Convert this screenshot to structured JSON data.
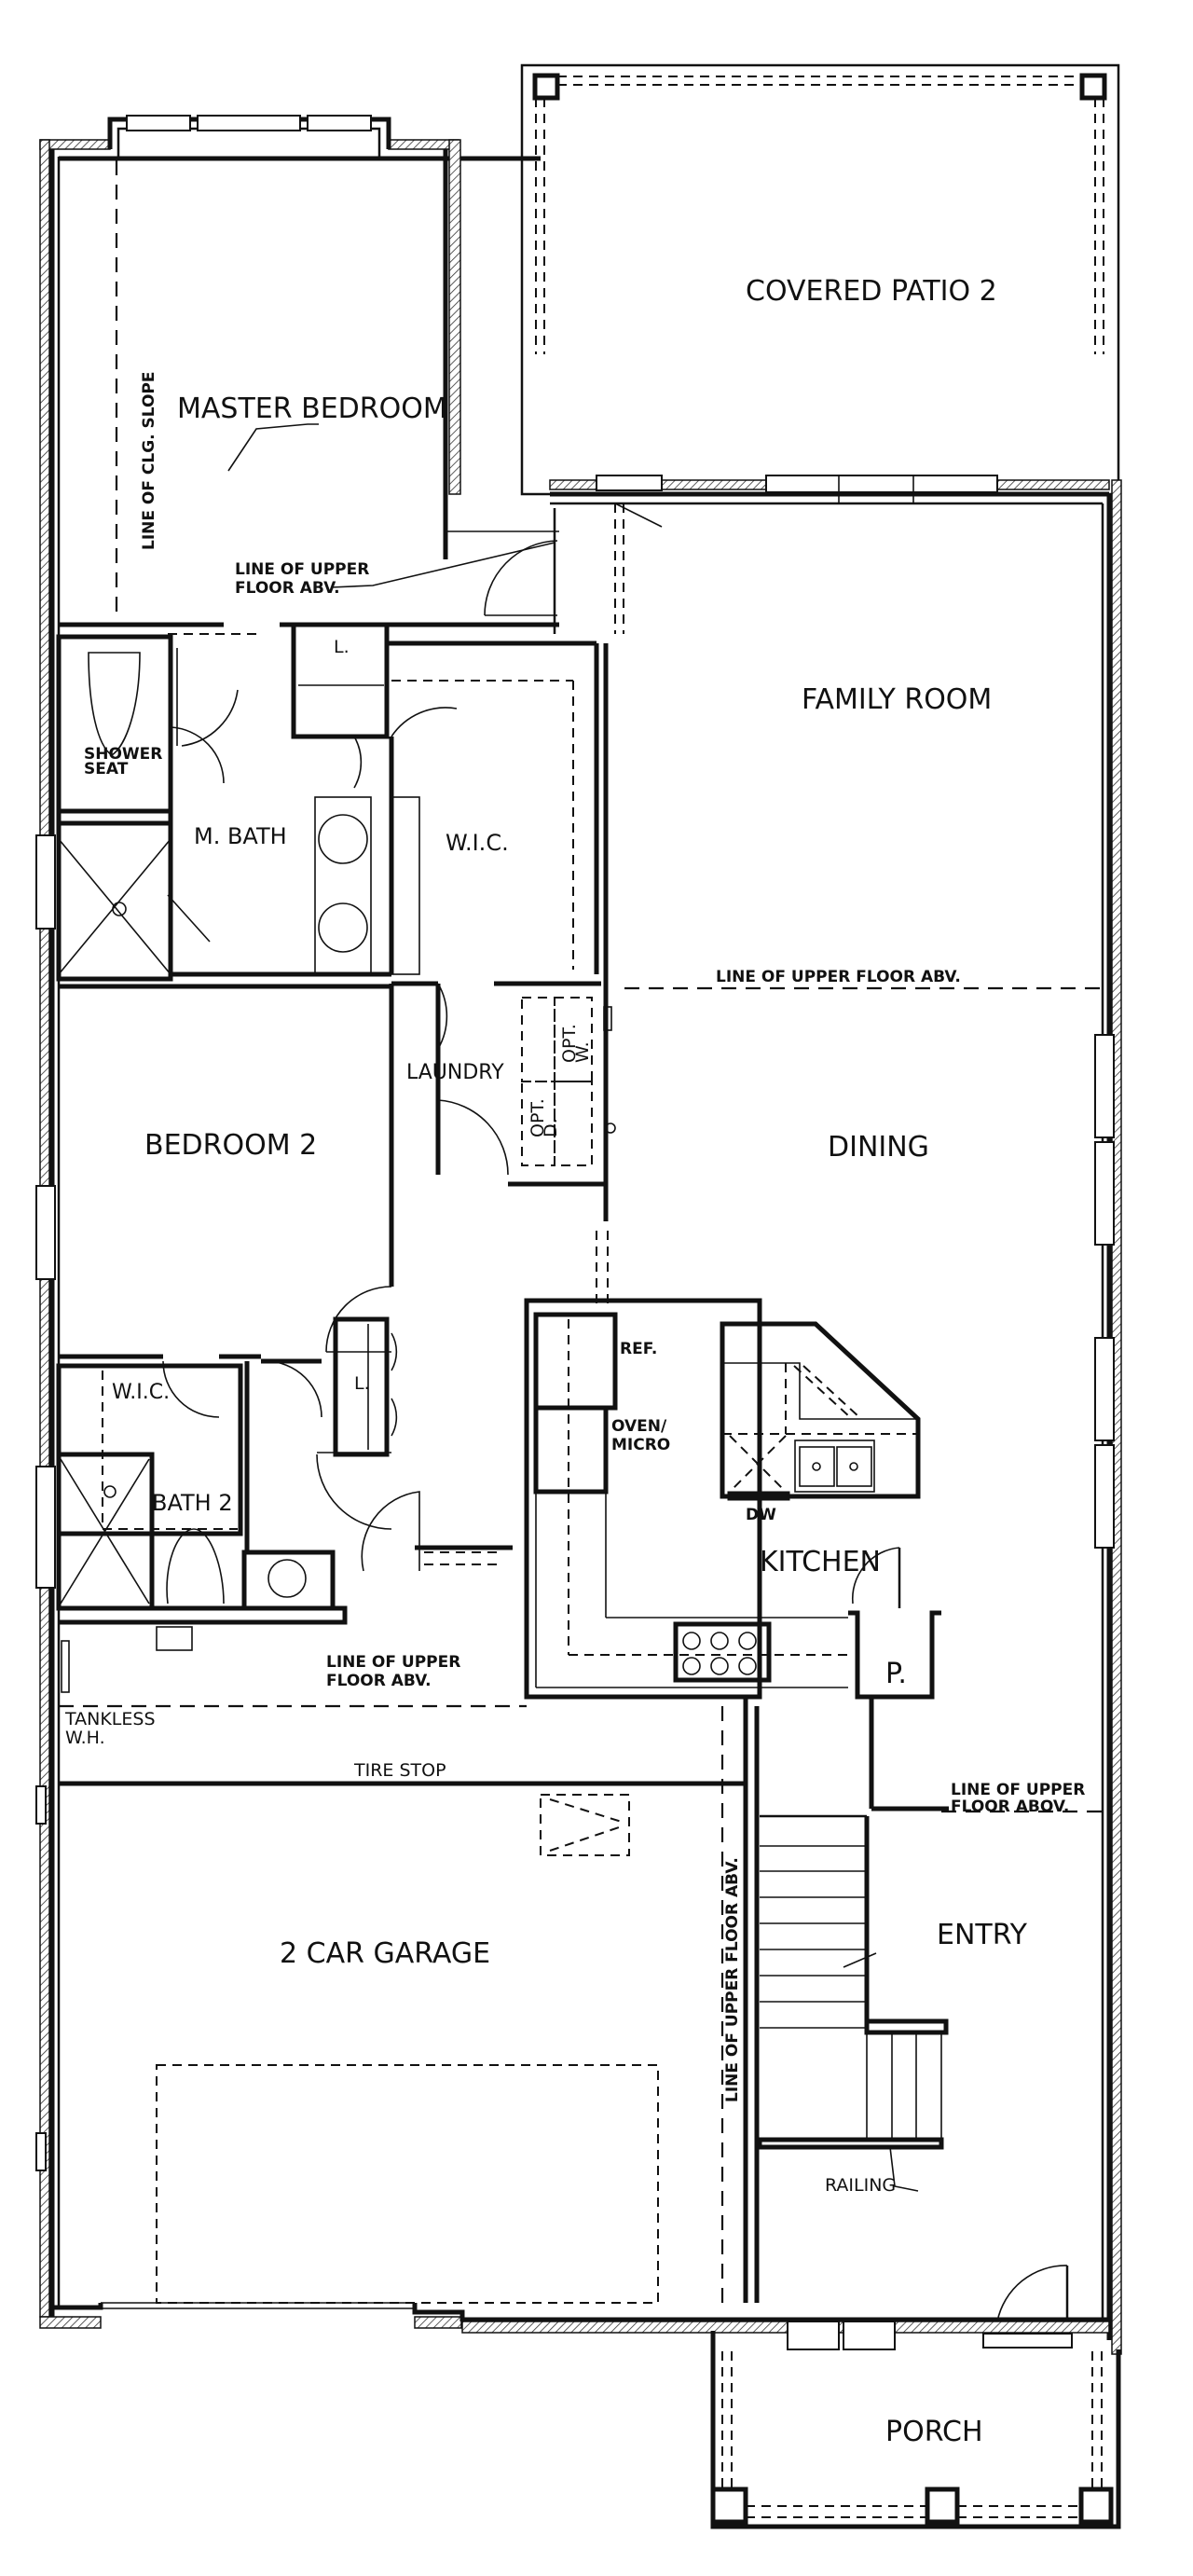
{
  "plan": {
    "rooms": {
      "covered_patio": "COVERED PATIO 2",
      "master_bedroom": "MASTER BEDROOM",
      "family_room": "FAMILY ROOM",
      "master_bath": "M. BATH",
      "master_wic": "W.I.C.",
      "laundry": "LAUNDRY",
      "dining": "DINING",
      "bedroom2": "BEDROOM 2",
      "bedroom2_wic": "W.I.C.",
      "bath2": "BATH 2",
      "kitchen": "KITCHEN",
      "pantry": "P.",
      "garage": "2 CAR GARAGE",
      "entry": "ENTRY",
      "porch": "PORCH"
    },
    "notes": {
      "line_clg_slope": "LINE OF CLG. SLOPE",
      "upper_floor_master_1": "LINE OF UPPER",
      "upper_floor_master_2": "FLOOR ABV.",
      "upper_floor_family": "LINE OF UPPER FLOOR ABV.",
      "shower_seat_1": "SHOWER",
      "shower_seat_2": "SEAT",
      "linen_1": "L.",
      "linen_2": "L.",
      "opt_d_1": "OPT.",
      "opt_d_2": "D.",
      "opt_w_1": "OPT.",
      "opt_w_2": "W.",
      "ref": "REF.",
      "oven_1": "OVEN/",
      "oven_2": "MICRO",
      "dw": "DW",
      "upper_floor_garage_1": "LINE OF UPPER",
      "upper_floor_garage_2": "FLOOR ABV.",
      "tankless_1": "TANKLESS",
      "tankless_2": "W.H.",
      "tire_stop": "TIRE STOP",
      "upper_floor_entry_1": "LINE OF UPPER",
      "upper_floor_entry_2": "FLOOR ABOV.",
      "upper_floor_vertical": "LINE OF UPPER FLOOR ABV.",
      "railing": "RAILING"
    }
  }
}
